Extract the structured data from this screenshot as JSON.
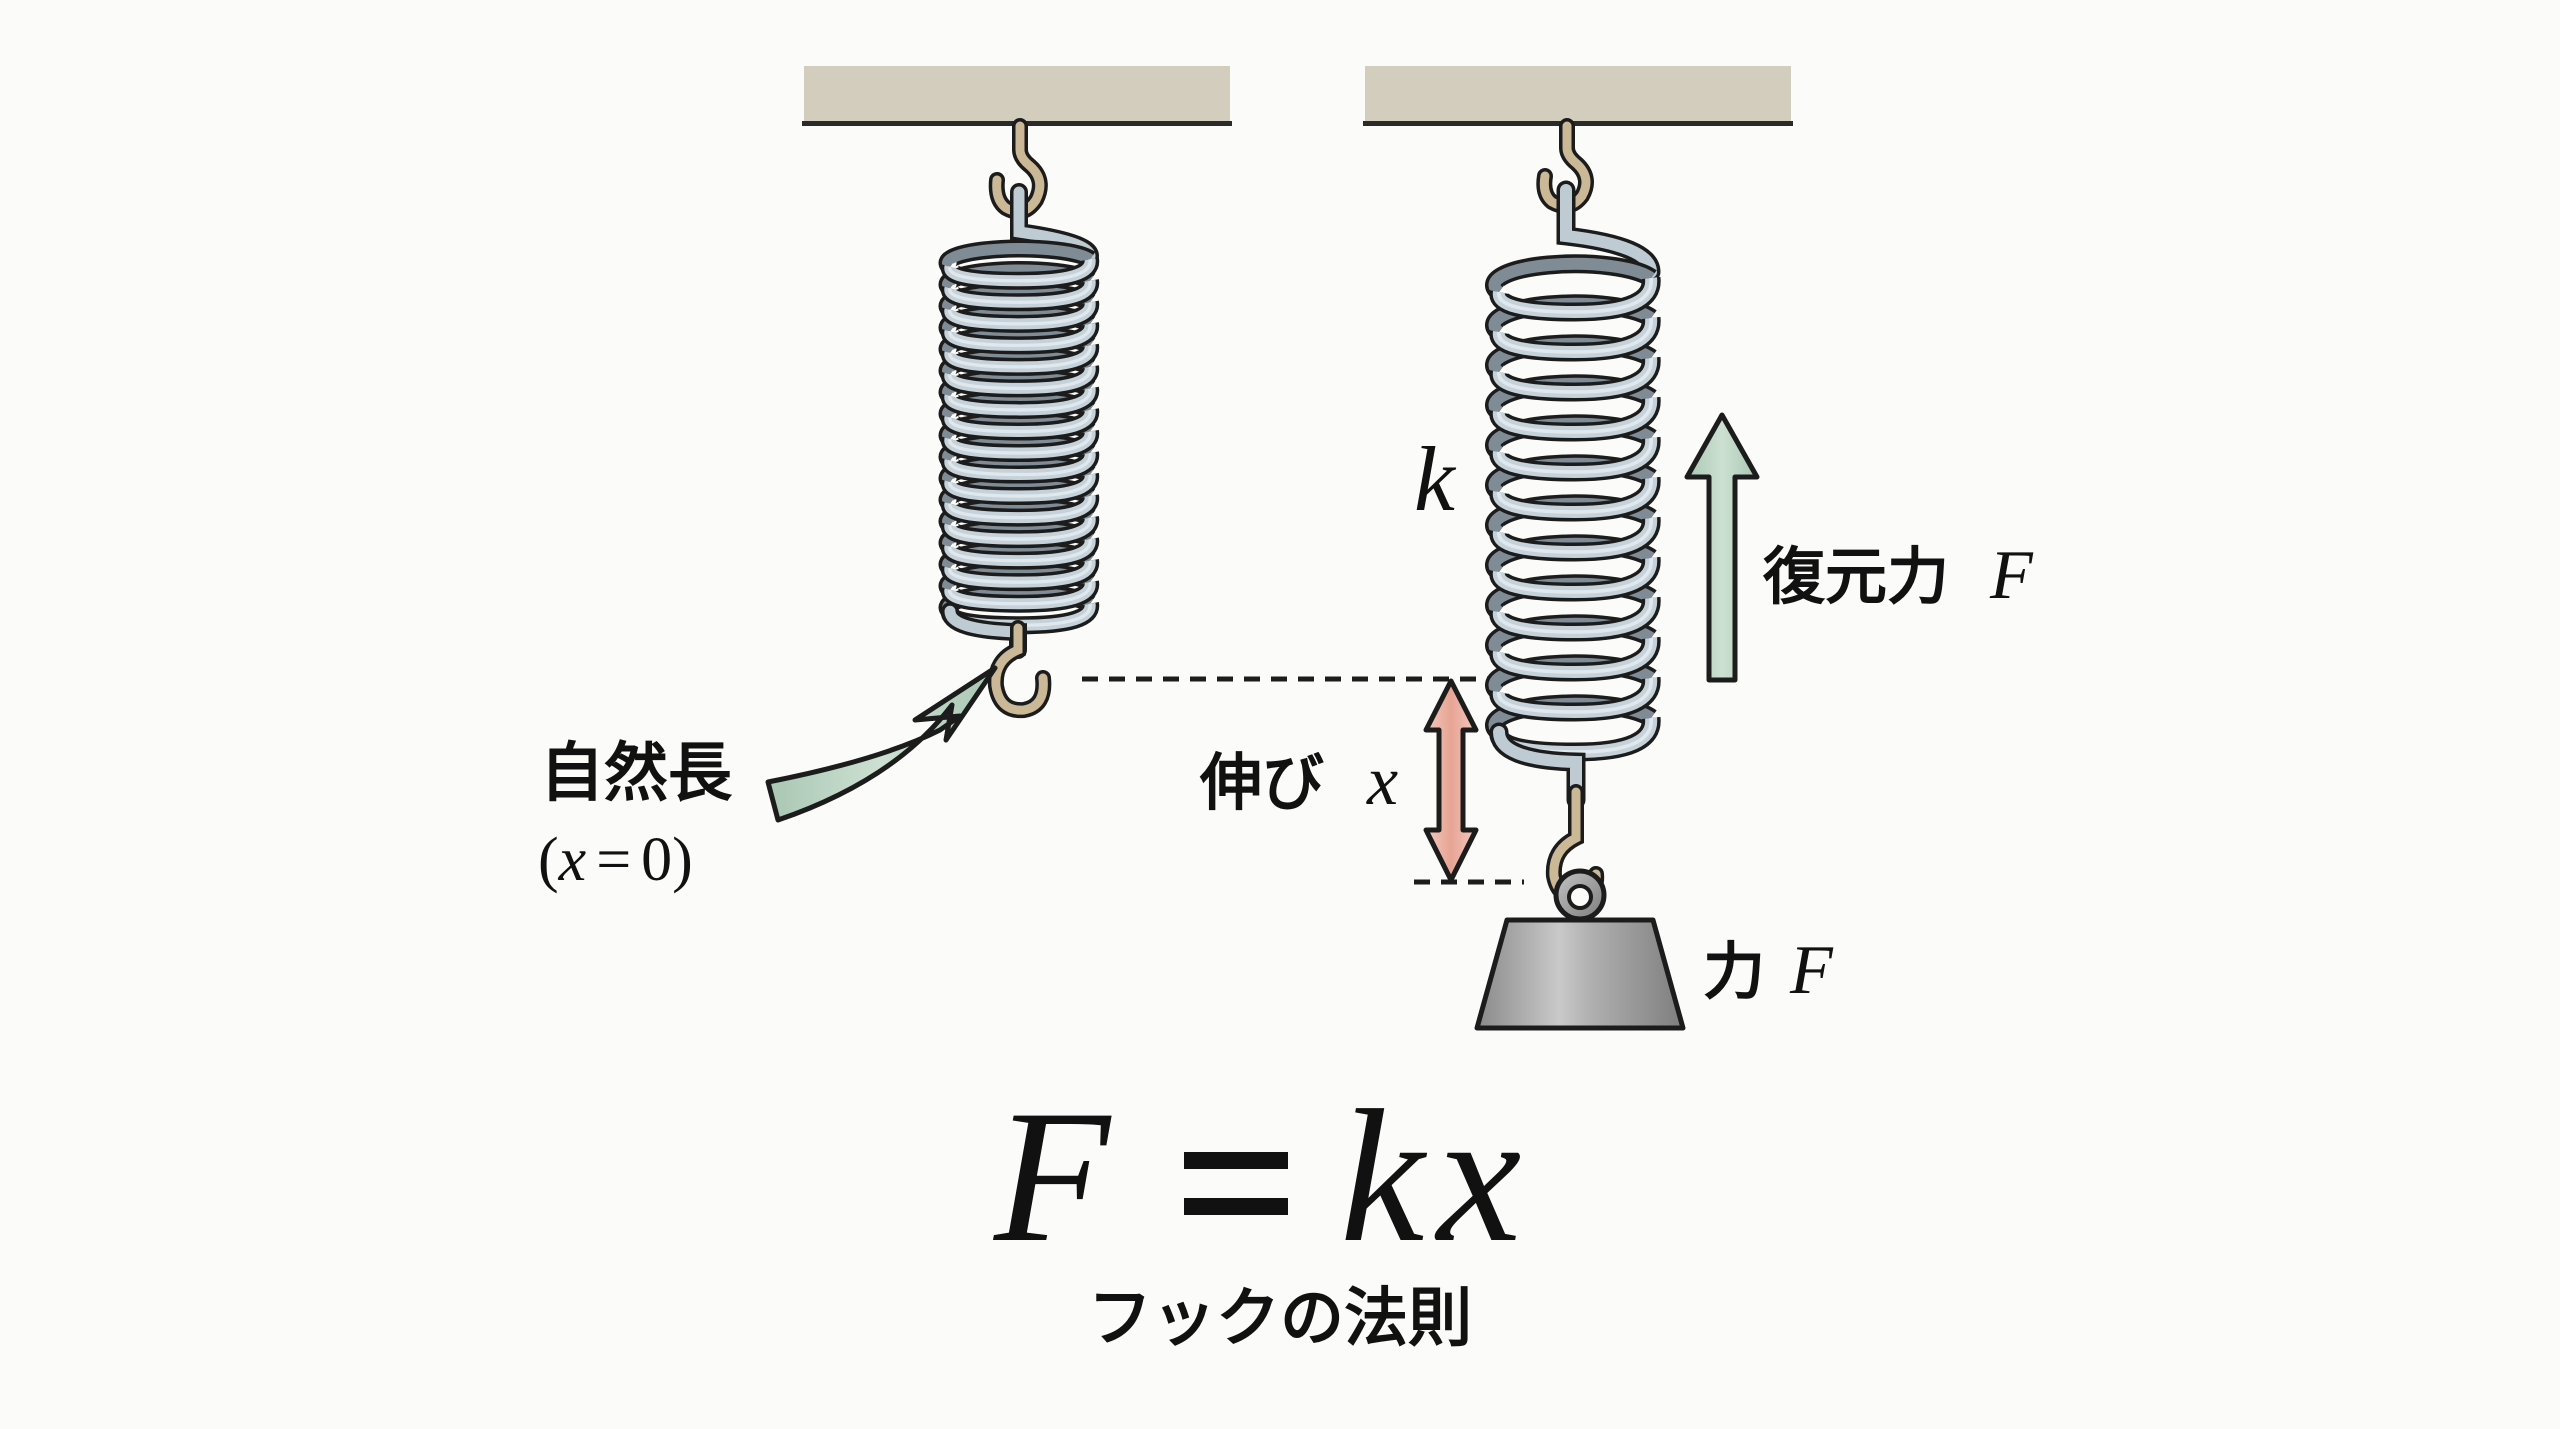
{
  "diagram": {
    "title": "フックの法則",
    "formula": {
      "lhs": "F",
      "equals": "=",
      "rhs_k": "k",
      "rhs_x": "x"
    },
    "left_spring": {
      "label_main": "自然長",
      "label_open": "(",
      "label_var": "x",
      "label_eq": "=",
      "label_zero": "0",
      "label_close": ")",
      "coil_count": 17,
      "state": "natural length (unstretched)"
    },
    "right_spring": {
      "constant_label": "k",
      "coil_count": 12,
      "state": "stretched by weight"
    },
    "extension": {
      "label_text": "伸び",
      "label_var": "x"
    },
    "restoring_force": {
      "label_text": "復元力",
      "label_var": "F",
      "direction": "up"
    },
    "applied_force": {
      "label_text": "力",
      "label_var": "F",
      "direction": "down"
    },
    "colors": {
      "background": "#fbfbf9",
      "ceiling": "#d3cdbd",
      "hook": "#cbb896",
      "spring": "#b9c6cf",
      "spring_shadow": "#7f8c96",
      "green_arrow": "#bcd5c4",
      "pink_arrow": "#eab1a3",
      "weight": "#9d9d9d",
      "ink": "#1c1c1c"
    }
  }
}
